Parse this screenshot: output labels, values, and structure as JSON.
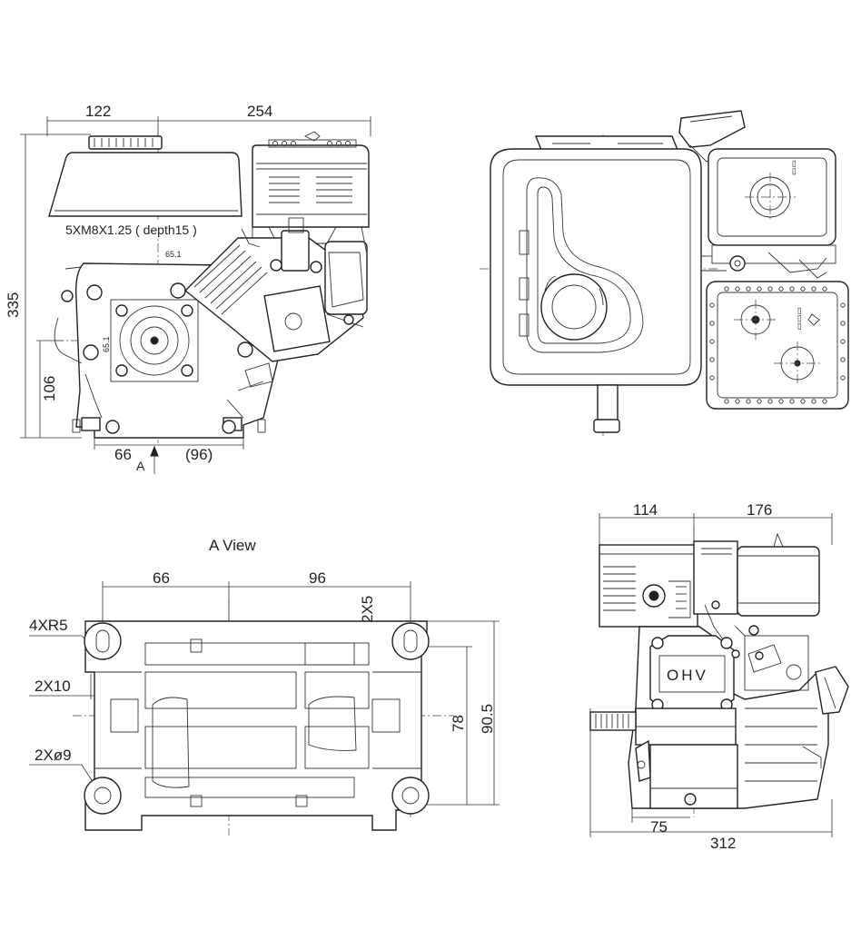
{
  "views": {
    "front": {
      "dims": {
        "top_left": "122",
        "top_right": "254",
        "height": "335",
        "base_height": "106",
        "base_left": "66",
        "base_right": "(96)",
        "view_marker": "A",
        "thread_note": "5XM8X1.25 ( depth15 )",
        "small_dim_a": "65.1",
        "small_dim_b": "65.1"
      }
    },
    "side": {},
    "a_view": {
      "title": "A  View",
      "dims": {
        "top_left": "66",
        "top_right": "96",
        "slot_radius": "4XR5",
        "slot_length": "2X10",
        "hole_dia": "2Xø9",
        "slot_width": "2X5",
        "inner_height": "78",
        "outer_height": "90.5"
      }
    },
    "rear": {
      "dims": {
        "top_left": "114",
        "top_right": "176",
        "base_left": "75",
        "total_width": "312"
      },
      "cover_text": "OHV"
    }
  }
}
